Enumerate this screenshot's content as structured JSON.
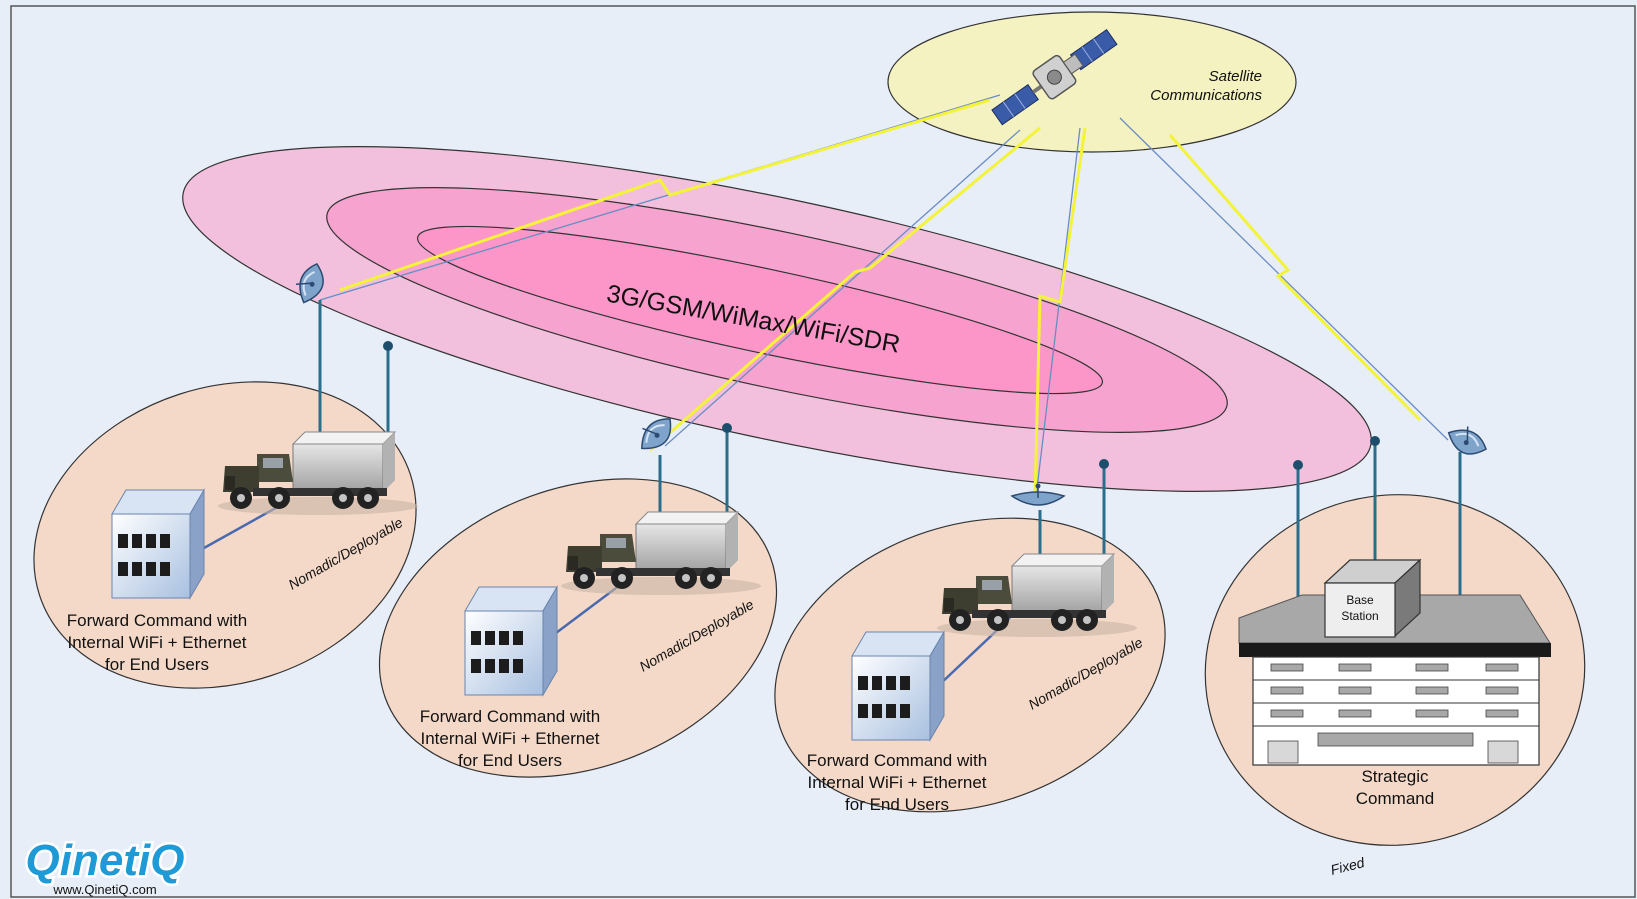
{
  "satellite": {
    "label_line1": "Satellite",
    "label_line2": "Communications"
  },
  "network": {
    "label": "3G/GSM/WiMax/WiFi/SDR"
  },
  "nodes": [
    {
      "tag": "Nomadic/Deployable",
      "line1": "Forward Command with",
      "line2": "Internal WiFi + Ethernet",
      "line3": "for End Users"
    },
    {
      "tag": "Nomadic/Deployable",
      "line1": "Forward Command with",
      "line2": "Internal WiFi + Ethernet",
      "line3": "for End Users"
    },
    {
      "tag": "Nomadic/Deployable",
      "line1": "Forward Command with",
      "line2": "Internal WiFi + Ethernet",
      "line3": "for End Users"
    }
  ],
  "strategic": {
    "tag": "Fixed",
    "line1": "Strategic",
    "line2": "Command",
    "base_line1": "Base",
    "base_line2": "Station"
  },
  "brand": {
    "logo": "QinetiQ",
    "url": "www.QinetiQ.com"
  },
  "colors": {
    "background": "#e8eef8",
    "satellite_zone": "#f4f2c0",
    "network_outer": "#f2c0dc",
    "network_mid": "#f6a4cf",
    "network_inner": "#fc96c8",
    "node_zone": "#f4d9c8",
    "link_yellow": "#f3f33a",
    "mast": "#2a6e8c",
    "logo": "#1e9ad6"
  }
}
